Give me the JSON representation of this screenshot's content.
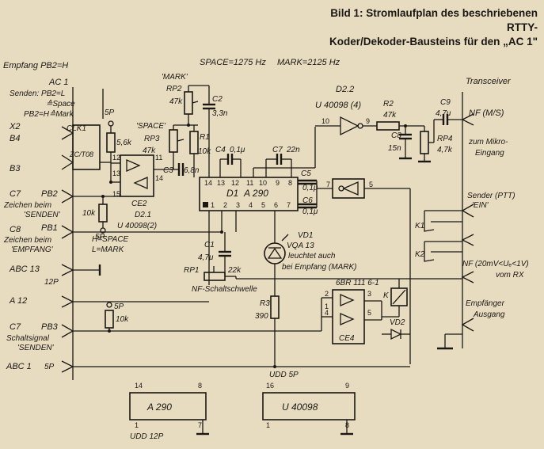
{
  "caption": {
    "line1": "Bild 1: Stromlaufplan des beschriebenen RTTY-",
    "line2": "Koder/Dekoder-Bausteins für den „AC 1\""
  },
  "header": {
    "empfang": "Empfang PB2=H",
    "space": "SPACE=1275 Hz",
    "mark": "MARK=2125 Hz",
    "transceiver": "Transceiver"
  },
  "left": {
    "ac1": "AC 1",
    "senden": "Senden: PB2=L",
    "space_sym": "≙Space",
    "mark_sym": "PB2=H≙Mark",
    "x2": "X2",
    "b4": "B4",
    "b3": "B3",
    "c7a": "C7",
    "pb2": "PB2",
    "zeichen_senden_1": "Zeichen beim",
    "zeichen_senden_2": "'SENDEN'",
    "c8": "C8",
    "pb1": "PB1",
    "zeichen_empf_1": "Zeichen beim",
    "zeichen_empf_2": "'EMPFANG'",
    "h_space": "H=SPACE",
    "l_mark": "L=MARK",
    "abc13": "ABC 13",
    "p12": "12P",
    "a12": "A 12",
    "c7b": "C7",
    "pb3": "PB3",
    "schalt_1": "Schaltsignal",
    "schalt_2": "'SENDEN'",
    "abc1": "ABC 1",
    "p5": "5P"
  },
  "components": {
    "clk1": "CLK1",
    "zc": "ZC/T08",
    "r_56k": "5,6k",
    "p5_top": "5P",
    "ce2": "CE2",
    "d21": "D2.1",
    "u40098_2": "U 40098(2)",
    "r_10k_a": "10k",
    "p5_mid": "5P",
    "mark_label": "'MARK'",
    "rp2": "RP2",
    "rp2_val": "47k",
    "c2": "C2",
    "c2_val": "3,3n",
    "space_label": "'SPACE'",
    "rp3": "RP3",
    "rp3_val": "47k",
    "r1": "R1",
    "r1_val": "10k",
    "c3": "C3",
    "c3_val": "6,8n",
    "c4": "C4",
    "c4_val": "0,1μ",
    "c7": "C7",
    "c7_val": "22n",
    "c5": "C5",
    "c5_val": "0,1μ",
    "c6": "C6",
    "c6_val": "0,1μ",
    "d1": "D1",
    "a290": "A 290",
    "d22": "D2.2",
    "u40098_4": "U 40098 (4)",
    "r2": "R2",
    "r2_val": "47k",
    "c8_cap": "C8",
    "c8_val": "15n",
    "c9": "C9",
    "c9_val": "4,7μ",
    "rp4": "RP4",
    "rp4_val": "4,7k",
    "nf_ms": "NF (M/S)",
    "mikro_1": "zum Mikro-",
    "mikro_2": "Eingang",
    "sender_ptt": "Sender (PTT)",
    "ein": "'EIN'",
    "k1": "K1",
    "k2": "K2",
    "nf_20": "NF (20mV<Uₑ<1V)",
    "vom_rx": "vom RX",
    "c1": "C1",
    "c1_val": "4,7μ",
    "r_22k": "22k",
    "rp1": "RP1",
    "nf_schalt": "NF-Schaltschwelle",
    "vd1": "VD1",
    "vqa13": "VQA 13",
    "leuchtet_1": "leuchtet auch",
    "leuchtet_2": "bei Empfang (MARK)",
    "r3": "R3",
    "r3_val": "390",
    "udd": "UDD 5P",
    "bri": "6BR 111 6-1",
    "k": "K",
    "vd2": "VD2",
    "ce4": "CE4",
    "p5_b": "5P",
    "r_10k_b": "10k",
    "empf_1": "Empfänger",
    "empf_2": "Ausgang"
  },
  "pins": {
    "p14": "14",
    "p13": "13",
    "p12": "12",
    "p11": "11",
    "p10": "10",
    "p9": "9",
    "p8": "8",
    "p1": "1",
    "p2": "2",
    "p3": "3",
    "p4": "4",
    "p5": "5",
    "p6": "6",
    "p7": "7",
    "g12": "12",
    "g13": "13",
    "g11": "11",
    "g14": "14",
    "g15": "15",
    "d2_10": "10",
    "d2_9": "9",
    "d2_7": "7",
    "d2_5": "5",
    "ce4_1": "1",
    "ce4_2": "2",
    "ce4_3": "3",
    "ce4_4": "4",
    "ce4_5": "5"
  },
  "bottom": {
    "ic1_name": "A 290",
    "ic1_p14": "14",
    "ic1_p8": "8",
    "ic1_p1": "1",
    "ic1_p7": "7",
    "ic1_udd": "UDD 12P",
    "ic2_name": "U 40098",
    "ic2_p16": "16",
    "ic2_p9": "9",
    "ic2_p1": "1",
    "ic2_p8": "8"
  }
}
